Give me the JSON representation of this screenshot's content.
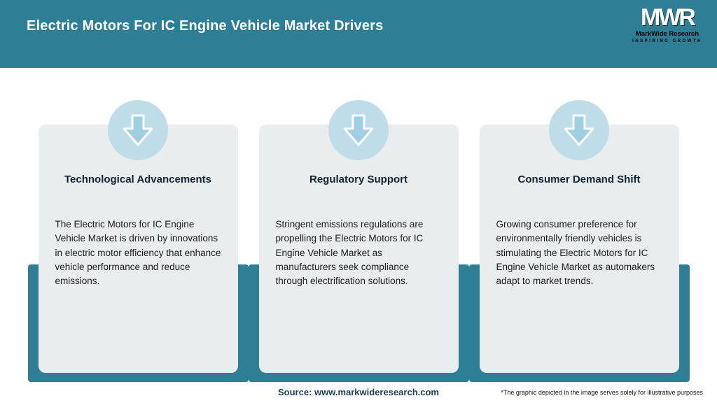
{
  "header": {
    "title": "Electric Motors For IC Engine Vehicle Market Drivers",
    "logo": {
      "acronym": "MWR",
      "name": "MarkWide Research",
      "tagline": "Inspiring Growth"
    }
  },
  "cards": [
    {
      "title": "Technological Advancements",
      "body": "The Electric Motors for IC Engine Vehicle Market is driven by innovations in electric motor efficiency that enhance vehicle performance and reduce emissions."
    },
    {
      "title": "Regulatory Support",
      "body": "Stringent emissions regulations are propelling the Electric Motors for IC Engine Vehicle Market as manufacturers seek compliance through electrification solutions."
    },
    {
      "title": "Consumer Demand Shift",
      "body": "Growing consumer preference for environmentally friendly vehicles is stimulating the Electric Motors for IC Engine Vehicle Market as automakers adapt to market trends."
    }
  ],
  "footer": {
    "source": "Source: www.markwideresearch.com",
    "disclaimer": "*The graphic depicted in the image serves solely for illustrative purposes"
  },
  "colors": {
    "accent_teal": "#2E7E96",
    "card_gray": "#E9EDED",
    "circle_blue": "#BEDDE9",
    "arrow_blue": "#9FCFE2",
    "title_navy": "#0E2433",
    "source_navy": "#1C3F52"
  }
}
